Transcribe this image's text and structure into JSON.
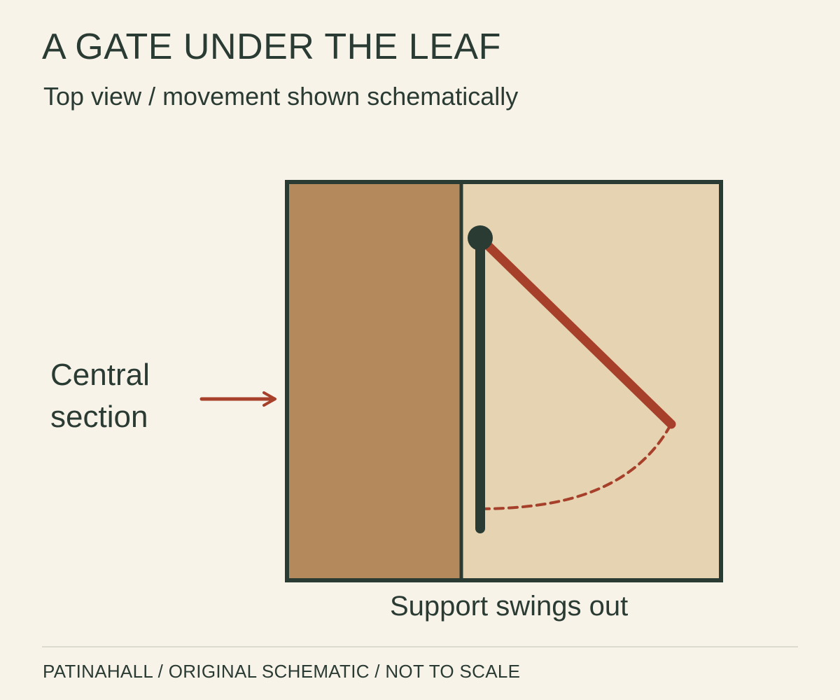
{
  "title": "A GATE UNDER THE LEAF",
  "subtitle": "Top view / movement shown schematically",
  "labels": {
    "central_section": "Central\nsection",
    "support_swings": "Support swings out"
  },
  "footer": "PATINAHALL / ORIGINAL SCHEMATIC / NOT TO SCALE",
  "colors": {
    "background": "#f8f3e9",
    "ink": "#2a3b33",
    "central_section_fill": "#b48a5c",
    "leaf_fill": "#e6d3b2",
    "accent": "#a6402b",
    "divider": "#dcdbd0"
  }
}
